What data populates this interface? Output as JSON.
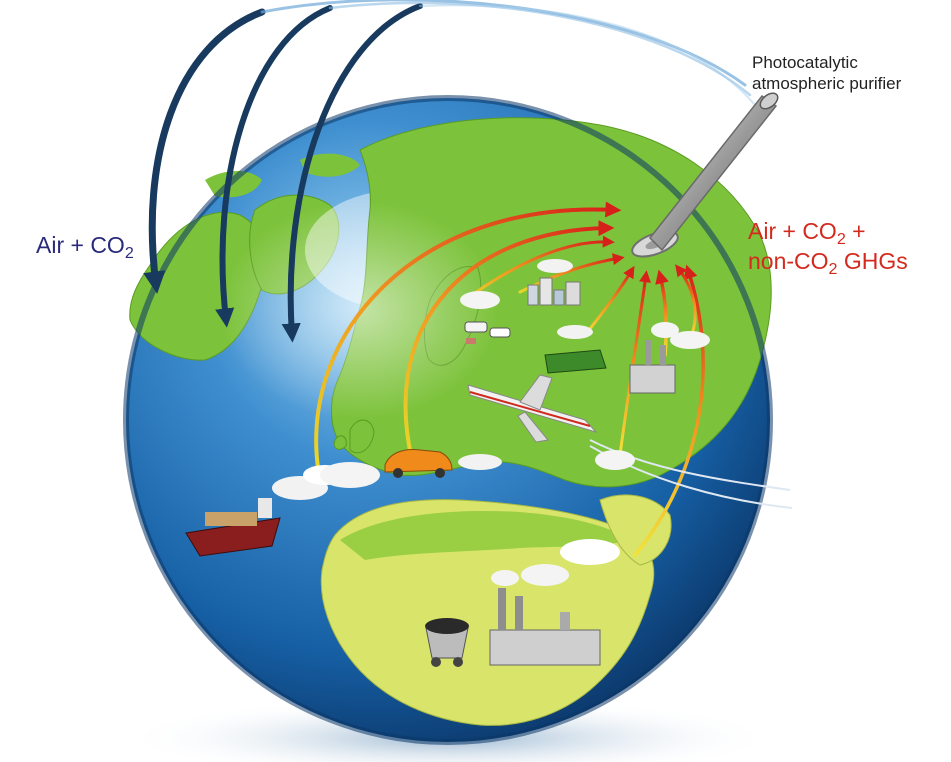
{
  "labels": {
    "inflow": {
      "prefix": "Air + CO",
      "sub": "2",
      "suffix": ""
    },
    "outflow_line1": {
      "prefix": "Air + CO",
      "sub": "2",
      "suffix": " +"
    },
    "outflow_line2": {
      "prefix": "non-CO",
      "sub": "2",
      "suffix": " GHGs"
    },
    "device_line1": "Photocatalytic",
    "device_line2": "atmospheric purifier"
  },
  "colors": {
    "inflow_text": "#2a2a7a",
    "outflow_text": "#d42a1e",
    "ocean": "#1f6fb0",
    "land": "#7cc23a",
    "desert": "#d8e46a",
    "dark_arrow": "#173a5e"
  },
  "emission_sources": [
    "cargo-ship",
    "car",
    "airplane",
    "livestock",
    "city-buildings",
    "farmland",
    "factory",
    "coal-cart",
    "industrial-plant"
  ]
}
